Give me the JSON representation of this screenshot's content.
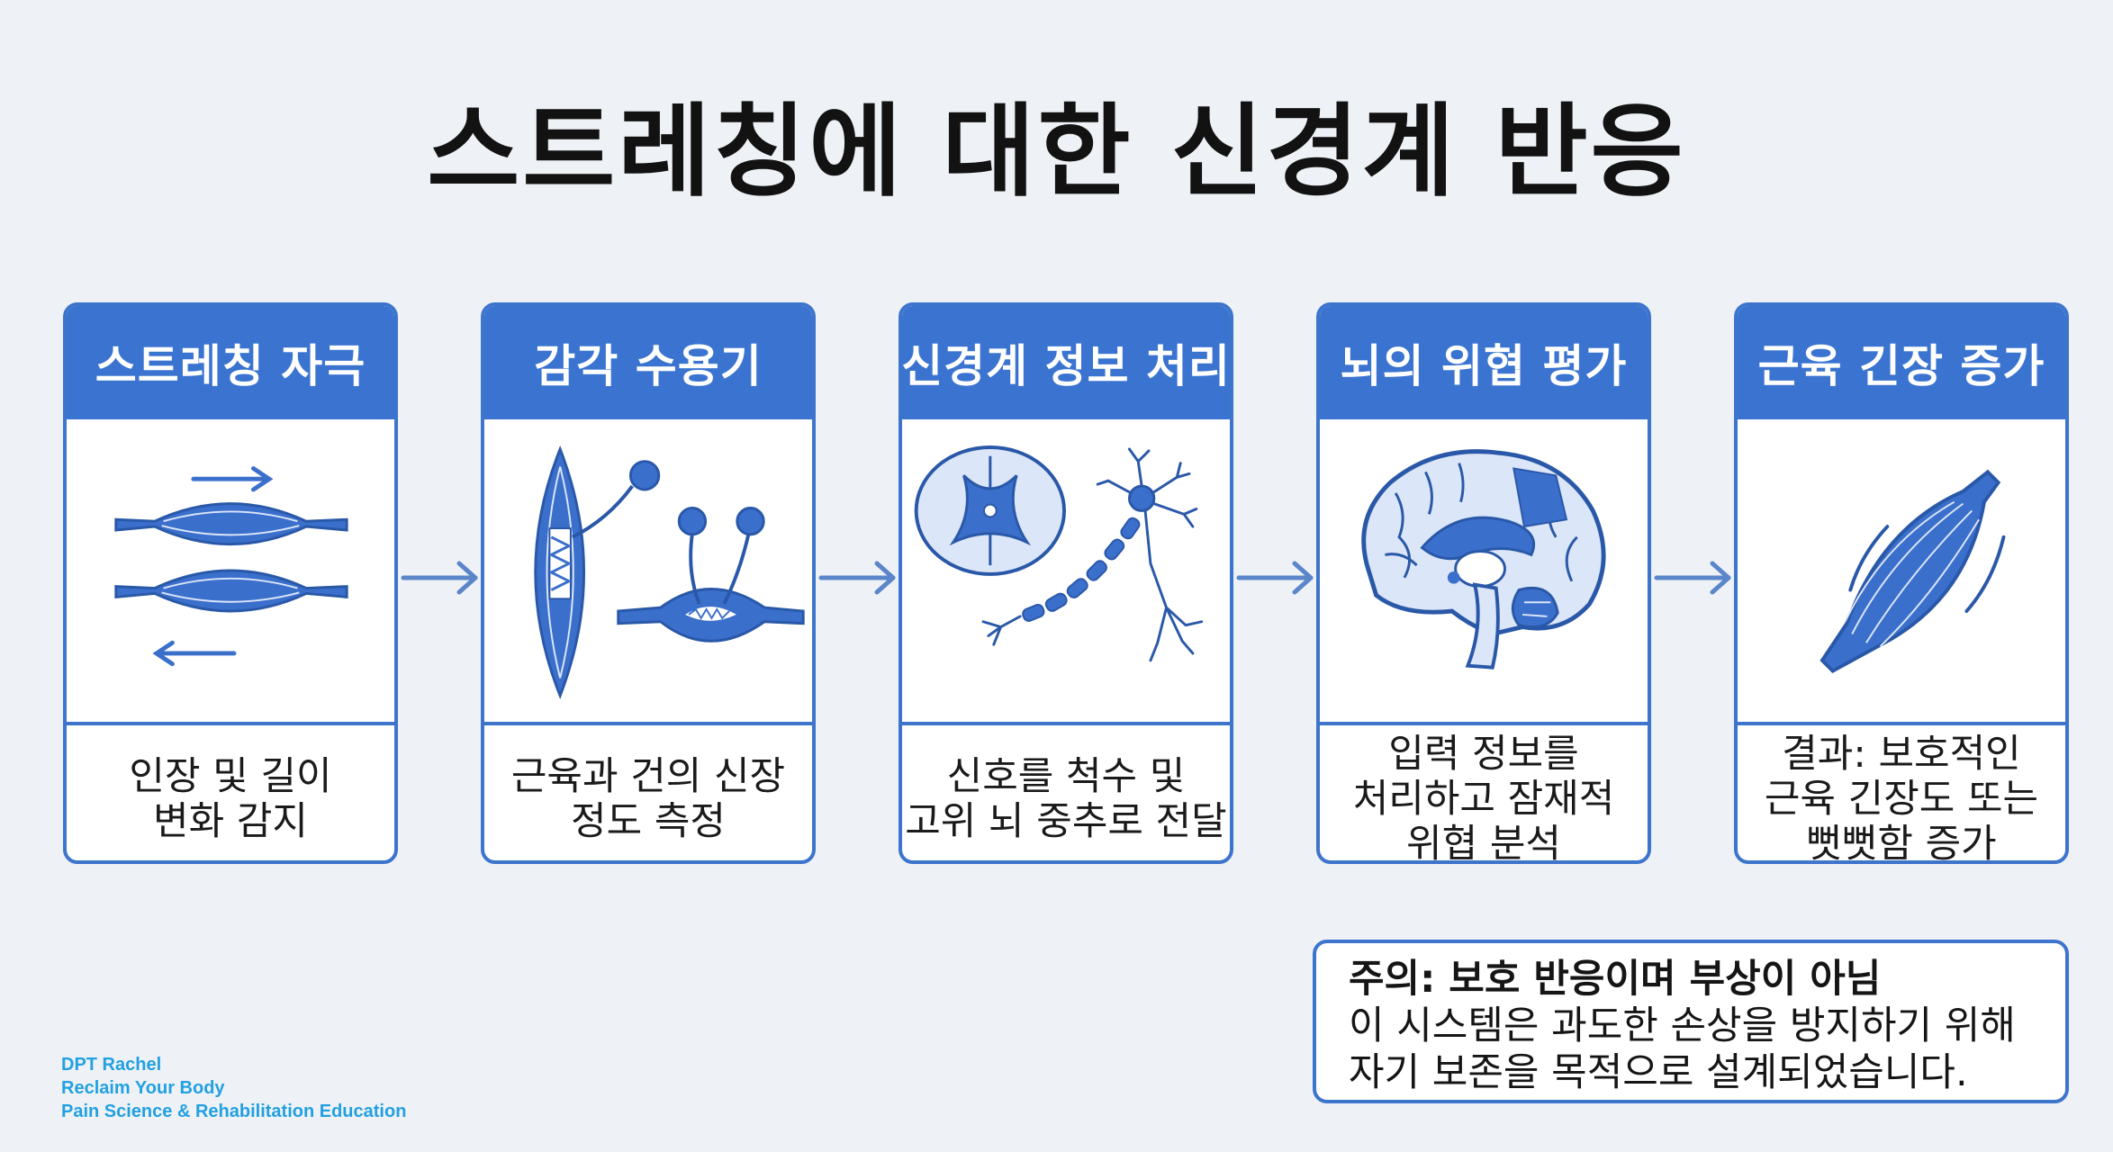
{
  "title": "스트레칭에 대한 신경계 반응",
  "colors": {
    "accent": "#3a74d0",
    "background": "#eef2f7",
    "illustration": "#3b6fcc",
    "credit": "#22a0e0"
  },
  "steps": [
    {
      "heading": "스트레칭 자극",
      "icon": "stretched-muscle-icon",
      "description": [
        "인장 및 길이",
        "변화 감지"
      ]
    },
    {
      "heading": "감각 수용기",
      "icon": "muscle-spindle-receptor-icon",
      "description": [
        "근육과 건의 신장",
        "정도 측정"
      ]
    },
    {
      "heading": "신경계 정보 처리",
      "icon": "spinal-cord-neuron-icon",
      "description": [
        "신호를 척수 및",
        "고위 뇌 중추로 전달"
      ]
    },
    {
      "heading": "뇌의 위협 평가",
      "icon": "brain-icon",
      "description": [
        "입력 정보를",
        "처리하고 잠재적",
        "위협 분석"
      ]
    },
    {
      "heading": "근육 긴장 증가",
      "icon": "tense-muscle-icon",
      "description": [
        "결과: 보호적인",
        "근육 긴장도 또는",
        "뻣뻣함 증가"
      ]
    }
  ],
  "note": {
    "title": "주의: 보호 반응이며 부상이 아님",
    "lines": [
      "이 시스템은 과도한 손상을 방지하기 위해",
      "자기 보존을 목적으로 설계되었습니다."
    ]
  },
  "credit": [
    "DPT Rachel",
    "Reclaim Your Body",
    "Pain Science & Rehabilitation Education"
  ]
}
